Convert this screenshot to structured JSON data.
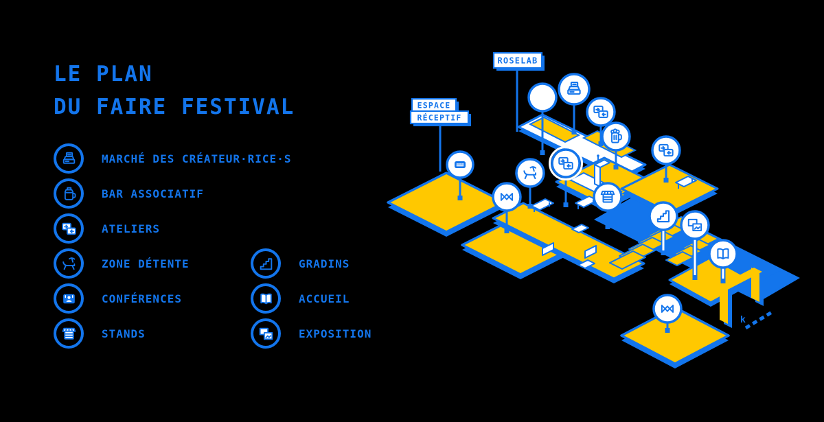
{
  "title": {
    "line1": "LE PLAN",
    "line2": "DU FAIRE FESTIVAL"
  },
  "colors": {
    "blue": "#1375EC",
    "yellow": "#FFC800",
    "white": "#FFFFFF",
    "background": "#000000"
  },
  "legend": {
    "column1": [
      {
        "label": "MARCHÉ DES CRÉATEUR·RICE·S",
        "icon": "cash-register-icon"
      },
      {
        "label": "BAR ASSOCIATIF",
        "icon": "pitcher-icon"
      },
      {
        "label": "ATELIERS",
        "icon": "workshop-icon"
      },
      {
        "label": "ZONE DÉTENTE",
        "icon": "lounge-chair-icon"
      },
      {
        "label": "CONFÉRENCES",
        "icon": "speaker-stage-icon"
      },
      {
        "label": "STANDS",
        "icon": "booth-icon"
      }
    ],
    "column2": [
      {
        "label": "GRADINS",
        "icon": "stairs-icon"
      },
      {
        "label": "ACCUEIL",
        "icon": "open-book-icon"
      },
      {
        "label": "EXPOSITION",
        "icon": "frames-icon"
      }
    ]
  },
  "map": {
    "labels": {
      "roselab": "ROSELAB",
      "espace_receptif_line1": "ESPACE",
      "espace_receptif_line2": "RÉCEPTIF"
    },
    "annotation_k": "k",
    "markers": [
      {
        "name": "ateliers-marker-1",
        "icon": "workshop-icon"
      },
      {
        "name": "marche-marker",
        "icon": "cash-register-icon"
      },
      {
        "name": "ateliers-marker-2",
        "icon": "workshop-icon"
      },
      {
        "name": "bar-marker",
        "icon": "beer-mug-icon"
      },
      {
        "name": "ateliers-marker-3",
        "icon": "workshop-icon"
      },
      {
        "name": "espace-receptif-marker",
        "icon": "badge-logo-icon"
      },
      {
        "name": "festival-logo-marker-1",
        "icon": "m-diamond-logo-icon"
      },
      {
        "name": "zone-detente-marker",
        "icon": "lounge-chair-icon"
      },
      {
        "name": "ateliers-marker-4",
        "icon": "workshop-icon"
      },
      {
        "name": "stands-marker",
        "icon": "booth-icon"
      },
      {
        "name": "gradins-marker",
        "icon": "stairs-icon"
      },
      {
        "name": "exposition-marker",
        "icon": "frames-icon"
      },
      {
        "name": "accueil-marker",
        "icon": "open-book-icon"
      },
      {
        "name": "festival-logo-marker-2",
        "icon": "m-diamond-logo-icon"
      }
    ]
  }
}
